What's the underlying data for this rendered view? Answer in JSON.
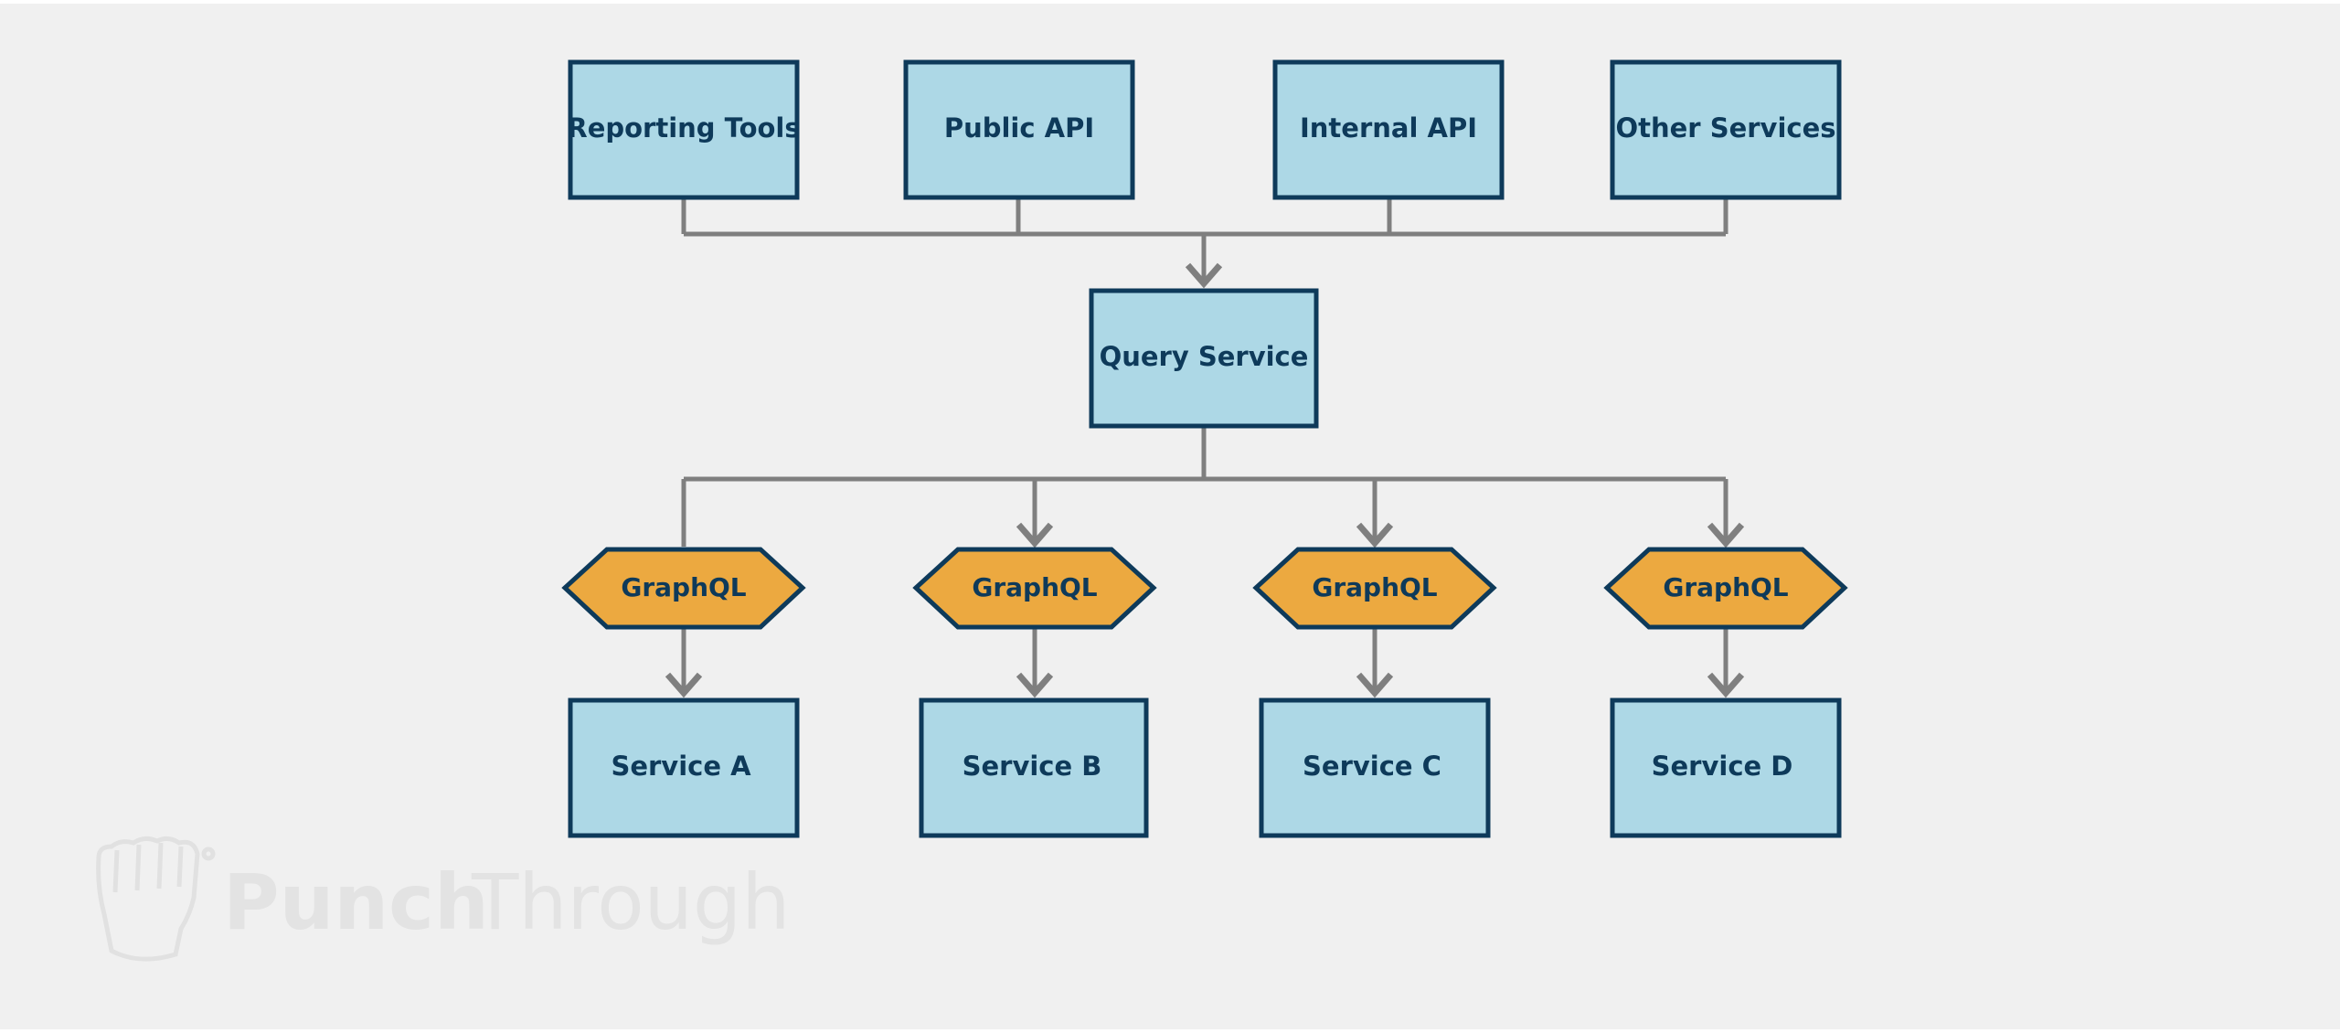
{
  "diagram": {
    "clients": [
      {
        "label": "Reporting Tools"
      },
      {
        "label": "Public API"
      },
      {
        "label": "Internal API"
      },
      {
        "label": "Other Services"
      }
    ],
    "hub": {
      "label": "Query Service"
    },
    "gateways": [
      {
        "label": "GraphQL"
      },
      {
        "label": "GraphQL"
      },
      {
        "label": "GraphQL"
      },
      {
        "label": "GraphQL"
      }
    ],
    "services": [
      {
        "label": "Service A"
      },
      {
        "label": "Service B"
      },
      {
        "label": "Service C"
      },
      {
        "label": "Service D"
      }
    ]
  },
  "watermark": {
    "brand_bold": "Punch",
    "brand_light": "Through",
    "logo_icon": "fist-icon"
  },
  "colors": {
    "box_fill": "#add8e6",
    "box_stroke": "#0e3a5a",
    "hex_fill": "#eca940",
    "connector": "#7f7f7f",
    "background": "#f0f0f0"
  }
}
